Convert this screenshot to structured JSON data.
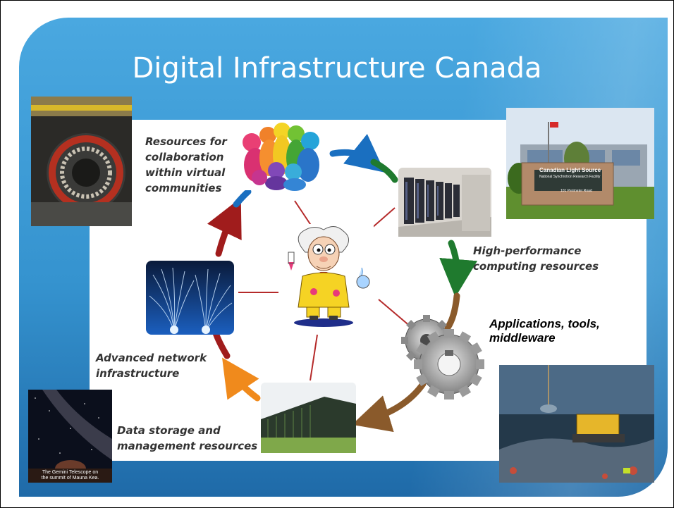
{
  "slide": {
    "title": "Digital Infrastructure Canada"
  },
  "labels": {
    "collaboration": "Resources for collaboration within virtual communities",
    "collaboration_lines": [
      "Resources for",
      "collaboration",
      "within virtual",
      "communities"
    ],
    "hpc_lines": [
      "High-performance",
      "computing resources"
    ],
    "apps_lines": [
      "Applications, tools,",
      "middleware"
    ],
    "network_lines": [
      "Advanced network",
      "infrastructure"
    ],
    "storage_lines": [
      "Data storage and",
      "management resources"
    ]
  },
  "photos": {
    "telescope_caption_lines": [
      "The Gemini Telescope on",
      "the summit of Mauna Kea."
    ],
    "sign_title": "Canadian Light Source",
    "sign_subtitle": "National Synchrotron Research Facility",
    "sign_address": "101 Perimeter Road"
  },
  "icons": {
    "center": "scientist-cartoon-icon",
    "people": "colorful-people-icon",
    "servers": "server-room-icon",
    "gears": "gears-icon",
    "fiber": "fiber-optic-icon",
    "building": "data-center-building-icon"
  },
  "colors": {
    "arrow_blue": "#1a6fc0",
    "arrow_green": "#1f7a2e",
    "arrow_brown": "#8a5a2b",
    "arrow_orange": "#f08a1c",
    "arrow_red": "#a01c1c",
    "spoke": "#b52a2a"
  }
}
